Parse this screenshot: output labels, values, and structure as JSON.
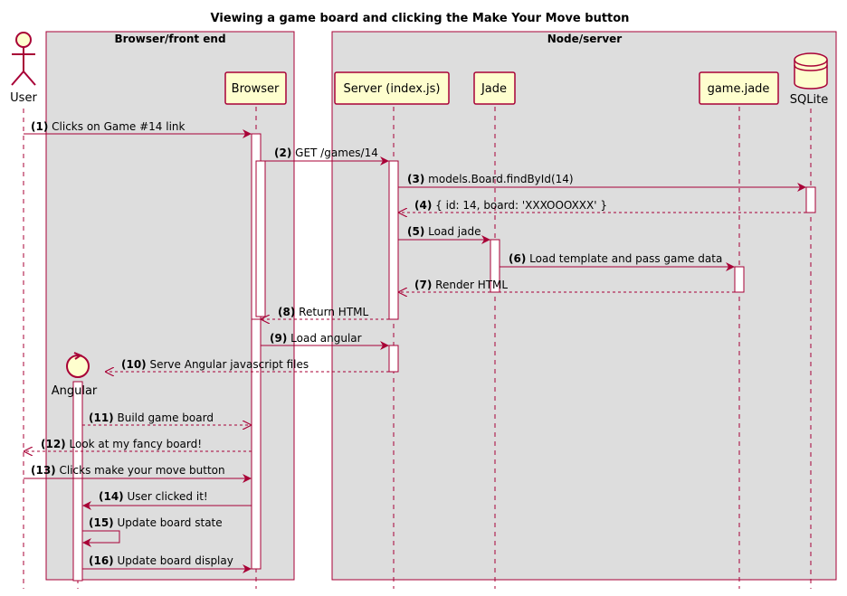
{
  "title": "Viewing a game board and clicking the Make Your Move button",
  "boxes": {
    "browser": "Browser/front end",
    "server": "Node/server"
  },
  "participants": {
    "user": "User",
    "browser": "Browser",
    "server": "Server (index.js)",
    "jade": "Jade",
    "gamejade": "game.jade",
    "sqlite": "SQLite",
    "angular": "Angular"
  },
  "messages": [
    {
      "num": "(1)",
      "text": "Clicks on Game #14 link"
    },
    {
      "num": "(2)",
      "text": "GET /games/14"
    },
    {
      "num": "(3)",
      "text": "models.Board.findById(14)"
    },
    {
      "num": "(4)",
      "text": "{ id: 14, board: 'XXXOOOXXX' }"
    },
    {
      "num": "(5)",
      "text": "Load jade"
    },
    {
      "num": "(6)",
      "text": "Load template and pass game data"
    },
    {
      "num": "(7)",
      "text": "Render HTML"
    },
    {
      "num": "(8)",
      "text": "Return HTML"
    },
    {
      "num": "(9)",
      "text": "Load angular"
    },
    {
      "num": "(10)",
      "text": "Serve Angular javascript files"
    },
    {
      "num": "(11)",
      "text": "Build game board"
    },
    {
      "num": "(12)",
      "text": "Look at my fancy board!"
    },
    {
      "num": "(13)",
      "text": "Clicks make your move button"
    },
    {
      "num": "(14)",
      "text": "User clicked it!"
    },
    {
      "num": "(15)",
      "text": "Update board state"
    },
    {
      "num": "(16)",
      "text": "Update board display"
    }
  ],
  "colors": {
    "arrow": "#A80036",
    "participant_fill": "#FEFECE",
    "box_fill": "#DDDDDD",
    "lifeline": "#A80036"
  }
}
